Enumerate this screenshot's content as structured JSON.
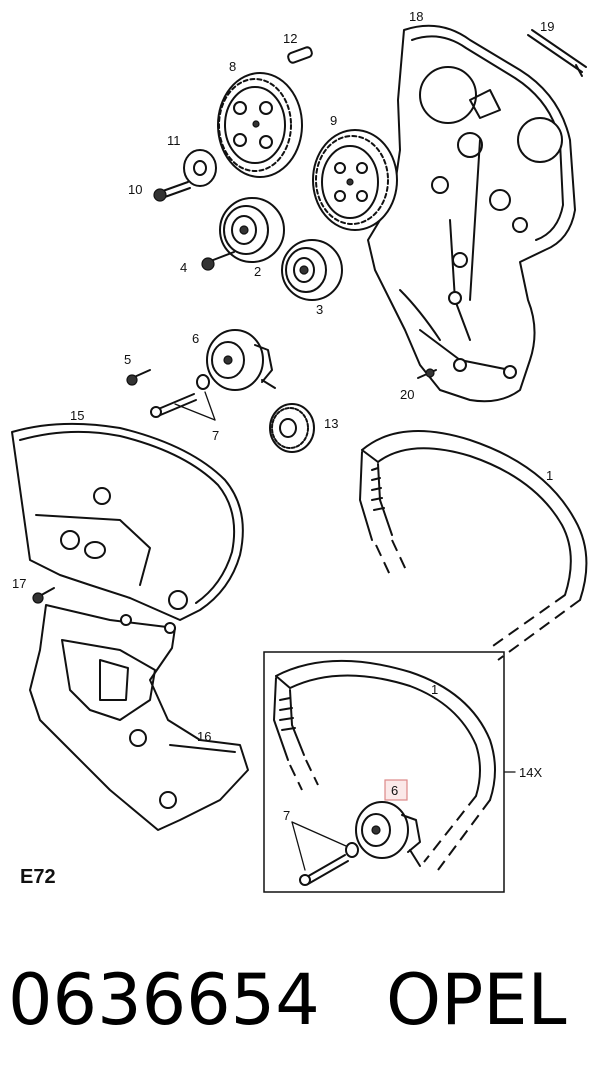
{
  "labels": {
    "l1": "1",
    "l1b": "1",
    "l2": "2",
    "l3": "3",
    "l4": "4",
    "l5": "5",
    "l6": "6",
    "l6b": "6",
    "l7": "7",
    "l7b": "7",
    "l8": "8",
    "l9": "9",
    "l10": "10",
    "l11": "11",
    "l12": "12",
    "l13": "13",
    "l14": "14X",
    "l15": "15",
    "l16": "16",
    "l17": "17",
    "l18": "18",
    "l19": "19",
    "l20": "20"
  },
  "diagram_code": "E72",
  "part_number": "0636654",
  "brand": "OPEL"
}
